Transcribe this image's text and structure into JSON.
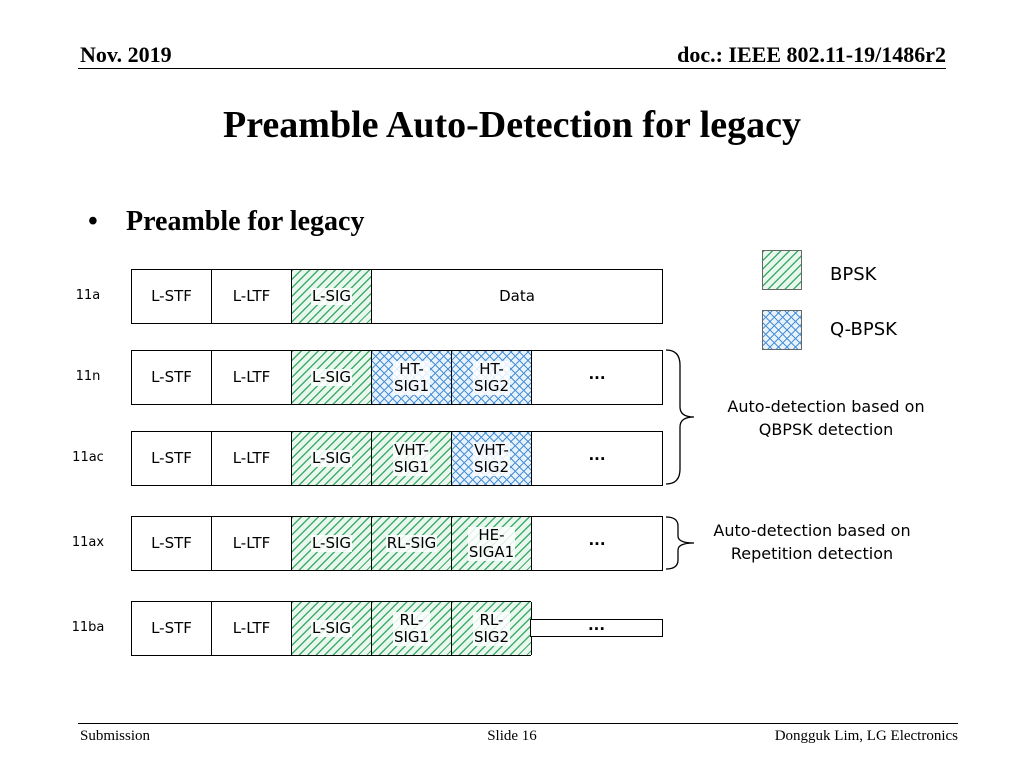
{
  "header": {
    "date": "Nov. 2019",
    "doc": "doc.: IEEE 802.11-19/1486r2"
  },
  "title": "Preamble Auto-Detection for legacy",
  "bullet": "Preamble for legacy",
  "legend": {
    "bpsk": "BPSK",
    "qbpsk": "Q-BPSK"
  },
  "rows": [
    {
      "label": "11a",
      "fields": [
        {
          "text": "L-STF",
          "mod": "none"
        },
        {
          "text": "L-LTF",
          "mod": "none"
        },
        {
          "text": "L-SIG",
          "mod": "bpsk"
        },
        {
          "text": "Data",
          "mod": "none"
        }
      ]
    },
    {
      "label": "11n",
      "fields": [
        {
          "text": "L-STF",
          "mod": "none"
        },
        {
          "text": "L-LTF",
          "mod": "none"
        },
        {
          "text": "L-SIG",
          "mod": "bpsk"
        },
        {
          "text": "HT-\nSIG1",
          "mod": "qbpsk"
        },
        {
          "text": "HT-\nSIG2",
          "mod": "qbpsk"
        },
        {
          "text": "...",
          "mod": "none"
        }
      ]
    },
    {
      "label": "11ac",
      "fields": [
        {
          "text": "L-STF",
          "mod": "none"
        },
        {
          "text": "L-LTF",
          "mod": "none"
        },
        {
          "text": "L-SIG",
          "mod": "bpsk"
        },
        {
          "text": "VHT-\nSIG1",
          "mod": "bpsk"
        },
        {
          "text": "VHT-\nSIG2",
          "mod": "qbpsk"
        },
        {
          "text": "...",
          "mod": "none"
        }
      ]
    },
    {
      "label": "11ax",
      "fields": [
        {
          "text": "L-STF",
          "mod": "none"
        },
        {
          "text": "L-LTF",
          "mod": "none"
        },
        {
          "text": "L-SIG",
          "mod": "bpsk"
        },
        {
          "text": "RL-SIG",
          "mod": "bpsk"
        },
        {
          "text": "HE-\nSIGA1",
          "mod": "bpsk"
        },
        {
          "text": "...",
          "mod": "none"
        }
      ]
    },
    {
      "label": "11ba",
      "fields": [
        {
          "text": "L-STF",
          "mod": "none"
        },
        {
          "text": "L-LTF",
          "mod": "none"
        },
        {
          "text": "L-SIG",
          "mod": "bpsk"
        },
        {
          "text": "RL-\nSIG1",
          "mod": "bpsk"
        },
        {
          "text": "RL-\nSIG2",
          "mod": "bpsk"
        },
        {
          "text": "...",
          "mod": "none"
        }
      ]
    }
  ],
  "notes": {
    "qbpsk": "Auto-detection based on\nQBPSK detection",
    "repetition": "Auto-detection based on\nRepetition detection"
  },
  "footer": {
    "left": "Submission",
    "center": "Slide 16",
    "right": "Dongguk Lim, LG Electronics"
  },
  "colors": {
    "bpsk": "#3fae6a",
    "qbpsk": "#4a90d9"
  }
}
